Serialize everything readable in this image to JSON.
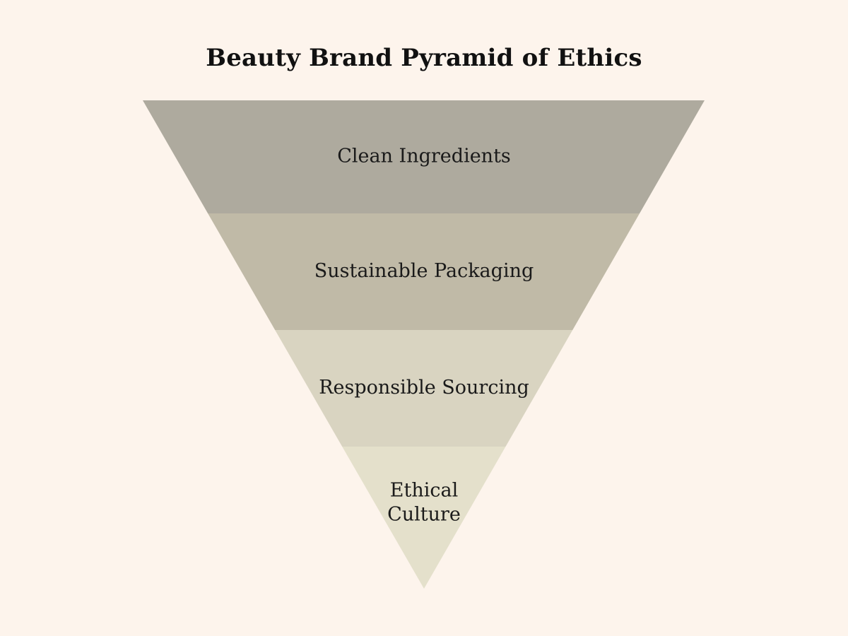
{
  "title": "Beauty Brand Pyramid of Ethics",
  "colors": {
    "background": "#fdf4ec",
    "title_text": "#111111",
    "label_text": "#1a1a1a"
  },
  "tiers": [
    {
      "label_lines": [
        "Clean Ingredients"
      ],
      "color": "#aeaa9e"
    },
    {
      "label_lines": [
        "Sustainable Packaging"
      ],
      "color": "#c0baa7"
    },
    {
      "label_lines": [
        "Responsible Sourcing"
      ],
      "color": "#d9d4c1"
    },
    {
      "label_lines": [
        "Ethical",
        "Culture"
      ],
      "color": "#e4e0cb"
    }
  ]
}
